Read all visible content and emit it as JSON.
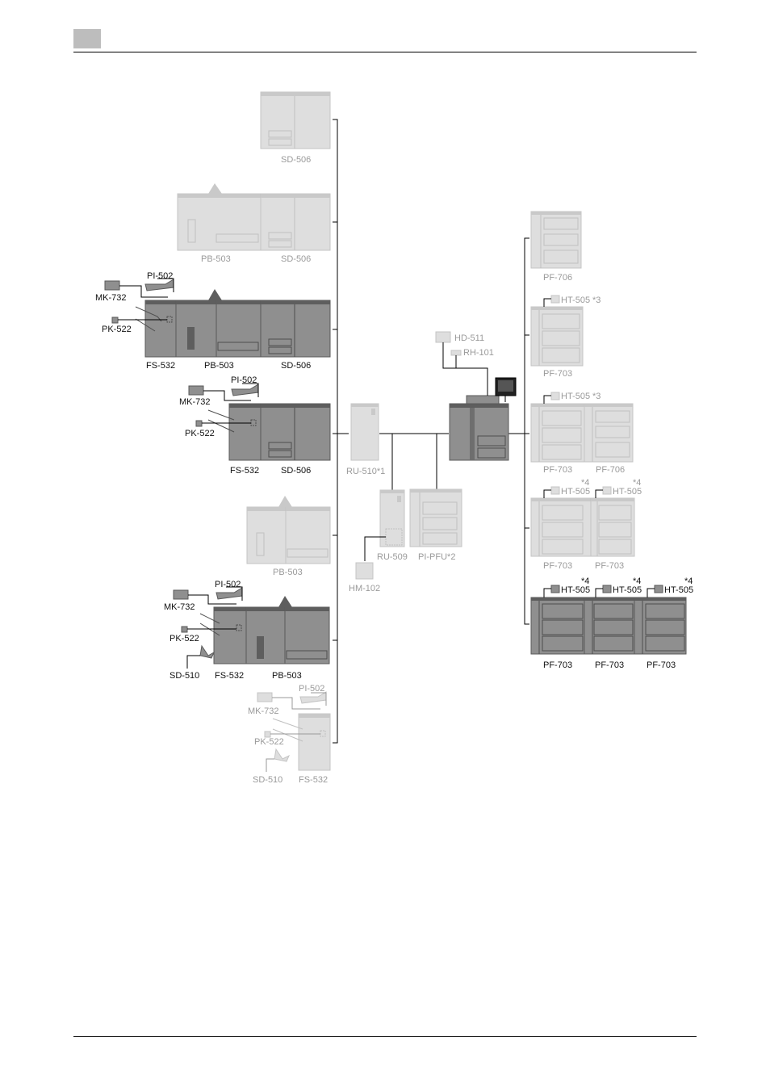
{
  "header": {
    "section_marker": ""
  },
  "colors": {
    "dark_device": "#8e8e8e",
    "light_device": "#dcdcdc",
    "line": "#000000",
    "label_dark": "#111111",
    "label_light": "#9a9a9a"
  },
  "left_column": {
    "config1": {
      "sd506": "SD-506"
    },
    "config2": {
      "pb503": "PB-503",
      "sd506": "SD-506"
    },
    "config3": {
      "pi502": "PI-502",
      "mk732": "MK-732",
      "pk522": "PK-522",
      "fs532": "FS-532",
      "pb503": "PB-503",
      "sd506": "SD-506"
    },
    "config4": {
      "pi502": "PI-502",
      "mk732": "MK-732",
      "pk522": "PK-522",
      "fs532": "FS-532",
      "sd506": "SD-506"
    },
    "config5": {
      "pb503": "PB-503"
    },
    "config6": {
      "pi502": "PI-502",
      "mk732": "MK-732",
      "pk522": "PK-522",
      "sd510": "SD-510",
      "fs532": "FS-532",
      "pb503": "PB-503"
    },
    "config7": {
      "pi502": "PI-502",
      "mk732": "MK-732",
      "pk522": "PK-522",
      "sd510": "SD-510",
      "fs532": "FS-532"
    }
  },
  "center": {
    "ru510": "RU-510*1",
    "ru509": "RU-509",
    "pipfu": "PI-PFU*2",
    "hm102": "HM-102",
    "hd511": "HD-511",
    "rh101": "RH-101"
  },
  "right_column": {
    "config1": {
      "pf706": "PF-706"
    },
    "config2": {
      "ht505": "HT-505",
      "ht_note": "*3",
      "pf703": "PF-703"
    },
    "config3": {
      "ht505": "HT-505",
      "ht_note": "*3",
      "pf703": "PF-703",
      "pf706": "PF-706"
    },
    "config4": {
      "ht505_a": "HT-505",
      "ht505_b": "HT-505",
      "note_a": "*4",
      "note_b": "*4",
      "pf703_a": "PF-703",
      "pf703_b": "PF-703"
    },
    "config5": {
      "ht505_a": "HT-505",
      "ht505_b": "HT-505",
      "ht505_c": "HT-505",
      "note_a": "*4",
      "note_b": "*4",
      "note_c": "*4",
      "pf703_a": "PF-703",
      "pf703_b": "PF-703",
      "pf703_c": "PF-703"
    }
  }
}
